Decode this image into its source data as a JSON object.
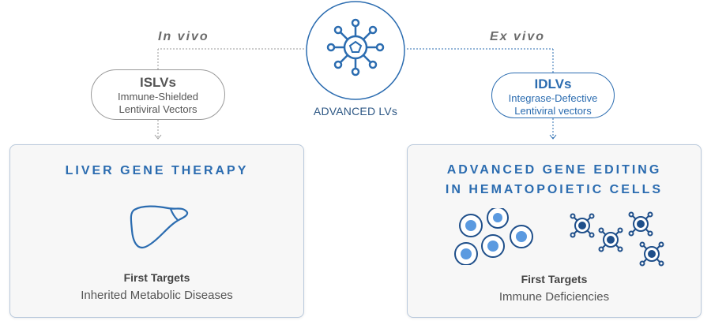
{
  "center": {
    "label": "ADVANCED LVs",
    "hub_icon": "network-hub-icon"
  },
  "in_vivo": {
    "route_label": "In vivo",
    "pill": {
      "title": "ISLVs",
      "line1": "Immune-Shielded",
      "line2": "Lentiviral Vectors"
    },
    "card": {
      "title": "LIVER GENE THERAPY",
      "icon": "liver-icon",
      "targets_label": "First Targets",
      "targets_value": "Inherited Metabolic Diseases"
    }
  },
  "ex_vivo": {
    "route_label": "Ex vivo",
    "pill": {
      "title": "IDLVs",
      "line1": "Integrase-Defective",
      "line2": "Lentiviral vectors"
    },
    "card": {
      "title_line1": "ADVANCED GENE EDITING",
      "title_line2": "IN HEMATOPOIETIC CELLS",
      "icon_left": "stem-cells-icon",
      "icon_right": "edited-cells-icon",
      "targets_label": "First Targets",
      "targets_value": "Immune Deficiencies"
    }
  },
  "colors": {
    "accent": "#2b6cb0",
    "pill_gray_border": "#9a9a9a",
    "card_border": "#b9c9dc",
    "cell_fill": "#5b9ae0",
    "dark_blue": "#1f4f8a"
  }
}
